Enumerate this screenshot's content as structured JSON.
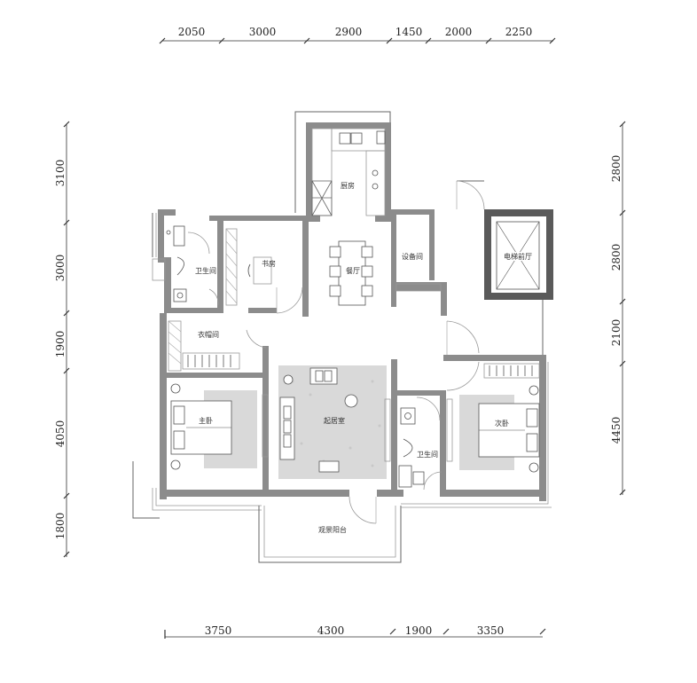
{
  "dimensions": {
    "top": [
      "2050",
      "3000",
      "2900",
      "1450",
      "2000",
      "2250"
    ],
    "bottom": [
      "3750",
      "4300",
      "1900",
      "3350"
    ],
    "left": [
      "3100",
      "3000",
      "1900",
      "4050",
      "1800"
    ],
    "right": [
      "2800",
      "2800",
      "2100",
      "4450"
    ]
  },
  "rooms": {
    "kitchen": "厨房",
    "restaurant": "餐厅",
    "study": "书房",
    "bathroom_1": "卫生间",
    "cloakroom": "衣帽间",
    "master_bedroom": "主卧",
    "living_room": "起居室",
    "equipment_room": "设备间",
    "elevator_hall": "电梯前厅",
    "bathroom_2": "卫生间",
    "second_bedroom": "次卧",
    "balcony": "观景阳台"
  },
  "colors": {
    "wall": "#8c8c8c",
    "line": "#666666",
    "rug": "#d9d9d9"
  }
}
